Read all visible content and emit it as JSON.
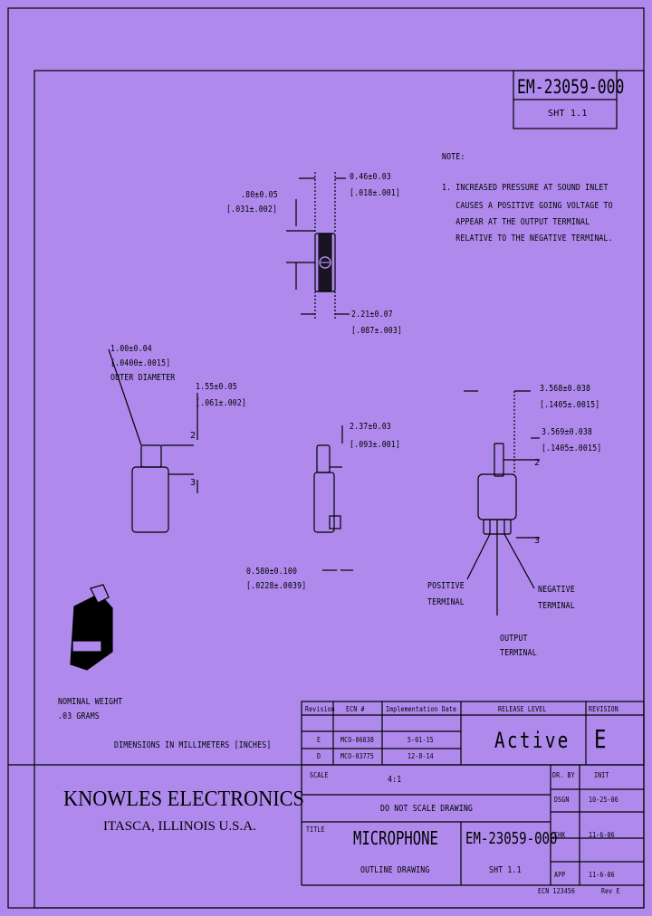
{
  "title_block": {
    "doc_number": "EM-23059-000",
    "sheet": "SHT 1.1",
    "company": "KNOWLES ELECTRONICS",
    "location": "ITASCA, ILLINOIS U.S.A.",
    "scale_label": "SCALE",
    "scale_value": "4:1",
    "do_not_scale": "DO NOT SCALE DRAWING",
    "title_label": "TITLE",
    "title": "MICROPHONE",
    "subtitle": "OUTLINE DRAWING",
    "doc_number_2": "EM-23059-000",
    "sheet_2": "SHT 1.1",
    "footer_left": "ECN 123456",
    "footer_right": "Rev E"
  },
  "revision_table": {
    "headers": [
      "Revision",
      "ECN #",
      "Implementation Date"
    ],
    "rows": [
      [
        "E",
        "MCO-06038",
        "5-01-15"
      ],
      [
        "D",
        "MCO-03775",
        "12-8-14"
      ]
    ],
    "release_level_label": "RELEASE LEVEL",
    "release_level": "Active",
    "revision_label": "REVISION",
    "revision": "E"
  },
  "approvals": {
    "rows": [
      {
        "role": "DR. BY",
        "name": "INIT",
        "date": ""
      },
      {
        "role": "DSGN",
        "name": "",
        "date": "10-25-06"
      },
      {
        "role": "CHK",
        "name": "",
        "date": "11-6-06"
      },
      {
        "role": "APP",
        "name": "",
        "date": "11-6-06"
      }
    ]
  },
  "notes": {
    "heading": "NOTE:",
    "lines": [
      "1. INCREASED PRESSURE AT SOUND INLET",
      "   CAUSES A POSITIVE GOING VOLTAGE TO",
      "   APPEAR AT THE OUTPUT TERMINAL",
      "   RELATIVE TO THE NEGATIVE TERMINAL."
    ]
  },
  "dimensions": {
    "d1": [
      "0.46±0.03",
      "[.018±.001]"
    ],
    "d2": [
      ".80±0.05",
      "[.031±.002]"
    ],
    "d3": [
      "2.21±0.07",
      "[.087±.003]"
    ],
    "d4": [
      "1.00±0.04",
      "[.0400±.0015]",
      "OUTER DIAMETER"
    ],
    "d5": [
      "1.55±0.05",
      "[.061±.002]"
    ],
    "d6": [
      "2.37±0.03",
      "[.093±.001]"
    ],
    "d7": [
      "3.568±0.038",
      "[.1405±.0015]"
    ],
    "d8": [
      "3.569±0.038",
      "[.1405±.0015]"
    ],
    "d9": [
      "0.580±0.100",
      "[.0228±.0039]"
    ],
    "labels": [
      "POSITIVE",
      "TERMINAL",
      "NEGATIVE",
      "TERMINAL",
      "OUTPUT",
      "TERMINAL"
    ],
    "view_marks": [
      "2",
      "3"
    ]
  },
  "misc": {
    "weight": [
      "NOMINAL WEIGHT",
      ".03 GRAMS"
    ],
    "units_note": "DIMENSIONS IN MILLIMETERS [INCHES]"
  },
  "colors": {
    "background": "#af8aec",
    "ink": "#000000"
  }
}
